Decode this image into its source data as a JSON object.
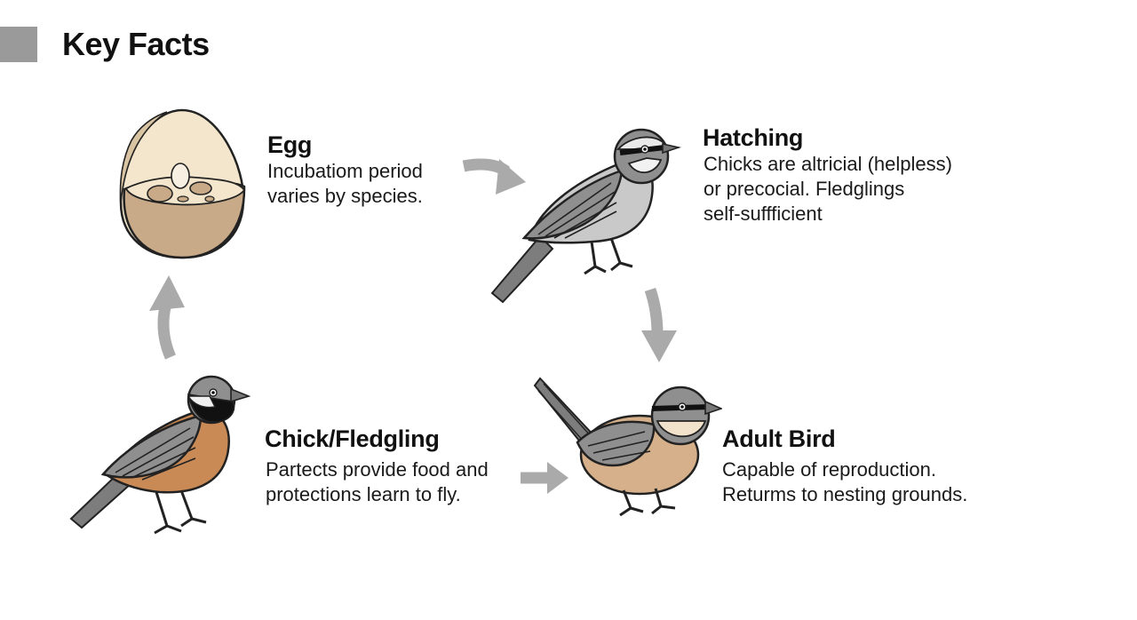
{
  "header": {
    "title": "Key Facts"
  },
  "stages": {
    "egg": {
      "title": "Egg",
      "desc_lines": [
        "Incubatiom period",
        "varies by species."
      ]
    },
    "hatching": {
      "title": "Hatching",
      "desc_lines": [
        "Chicks are altricial (helpless)",
        "or precocial. Fledglings",
        "self-suffficient"
      ]
    },
    "chick": {
      "title": "Chick/Fledgling",
      "desc_lines": [
        "Partects provide food and",
        "protections learn to fly."
      ]
    },
    "adult": {
      "title": "Adult Bird",
      "desc_lines": [
        "Capable of reproduction.",
        "Returms to nesting grounds."
      ]
    }
  },
  "colors": {
    "arrow": "#aaaaaa",
    "egg_shell": "#c8aa88",
    "egg_inner": "#f3e6cc",
    "bird_gray": "#8f8f8f",
    "bird_orange": "#c98a55",
    "bird_tan": "#d6b08a"
  },
  "icons": [
    "egg-icon",
    "gray-bird-icon",
    "orange-breast-bird-icon",
    "tan-bird-icon",
    "cycle-arrow-icon"
  ]
}
